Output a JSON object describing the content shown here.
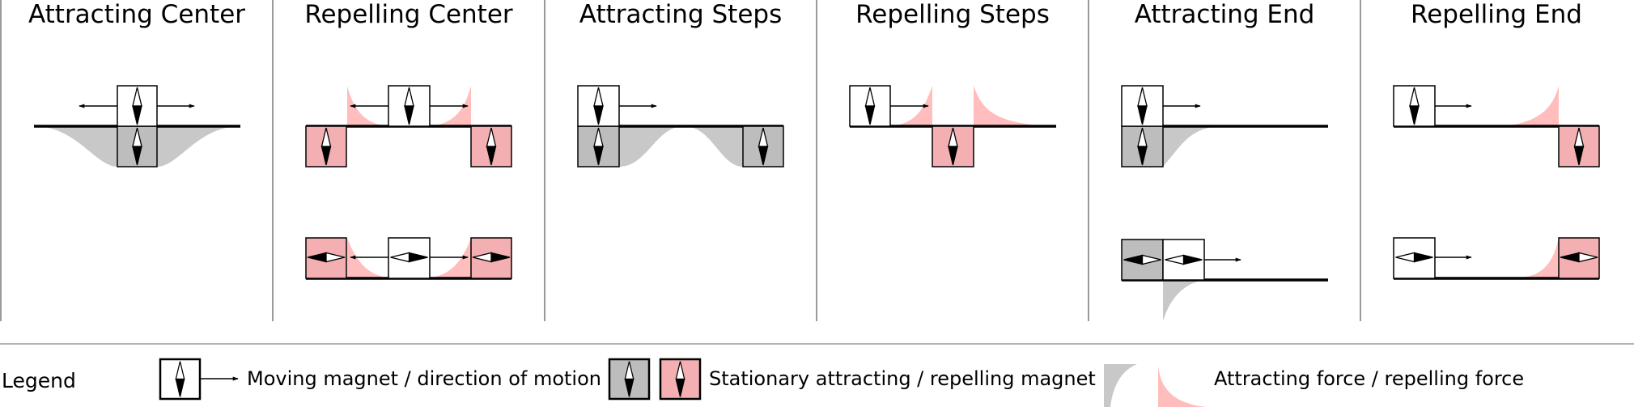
{
  "panels": [
    {
      "title": "Attracting Center"
    },
    {
      "title": "Repelling Center"
    },
    {
      "title": "Attracting Steps"
    },
    {
      "title": "Repelling Steps"
    },
    {
      "title": "Attracting End"
    },
    {
      "title": "Repelling End"
    }
  ],
  "legend": {
    "heading": "Legend",
    "moving_label": "Moving magnet / direction of motion",
    "stationary_label": "Stationary attracting / repelling magnet",
    "force_label": "Attracting force / repelling force"
  },
  "colors": {
    "attracting": "#c8c8c8",
    "repelling": "#ffbdbd",
    "attracting_magnet": "#bdbdbd",
    "repelling_magnet": "#f4afb2",
    "moving_magnet": "#ffffff",
    "divider": "#9a9a9a"
  },
  "icons": [
    "compass-needle-icon",
    "arrow-right-icon",
    "arrow-left-icon"
  ]
}
